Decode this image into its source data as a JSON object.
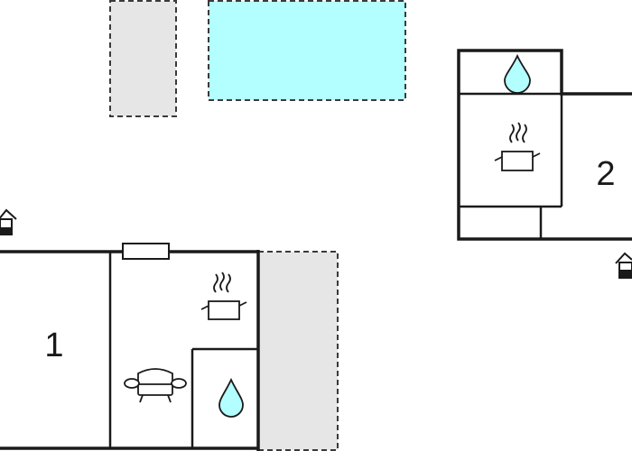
{
  "floor_plan": {
    "colors": {
      "wall": "#1a1a1a",
      "terrace": "#e6e6e6",
      "terrace_border": "#3a3a3a",
      "pool": "#b3ffff",
      "water": "#b3ffff",
      "background": "#ffffff"
    },
    "rooms": [
      {
        "label": "1"
      },
      {
        "label": "2"
      }
    ],
    "icons": [
      "house-entrance-icon",
      "cooking-pot-icon",
      "water-drop-icon",
      "sofa-icon",
      "window-icon",
      "pool-area",
      "terrace-area"
    ]
  }
}
